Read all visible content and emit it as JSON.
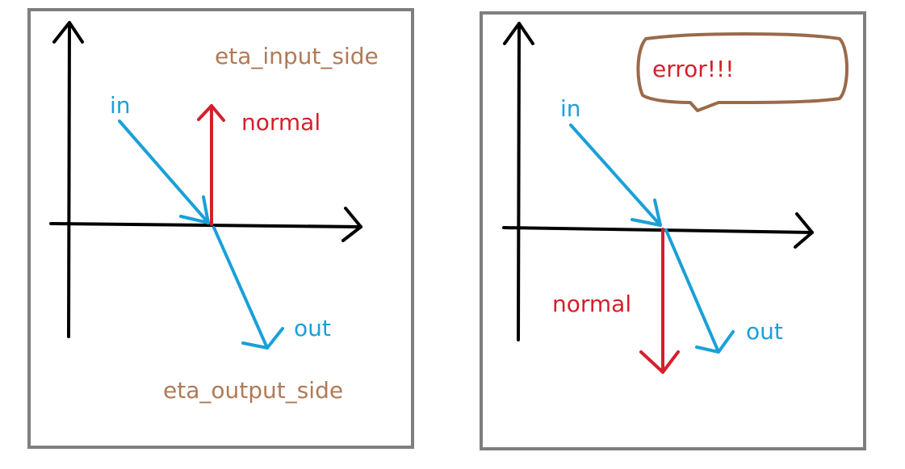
{
  "left_panel": {
    "eta_input_label": "eta_input_side",
    "eta_output_label": "eta_output_side",
    "in_label": "in",
    "normal_label": "normal",
    "out_label": "out"
  },
  "right_panel": {
    "bubble_text": "error!!!",
    "in_label": "in",
    "normal_label": "normal",
    "out_label": "out"
  },
  "colors": {
    "axis": "#000000",
    "ray": "#1aa0d8",
    "normal": "#d4202c",
    "eta_text": "#b07a57",
    "bubble_border": "#9a6a4a",
    "panel_border": "#7f7f7f"
  }
}
